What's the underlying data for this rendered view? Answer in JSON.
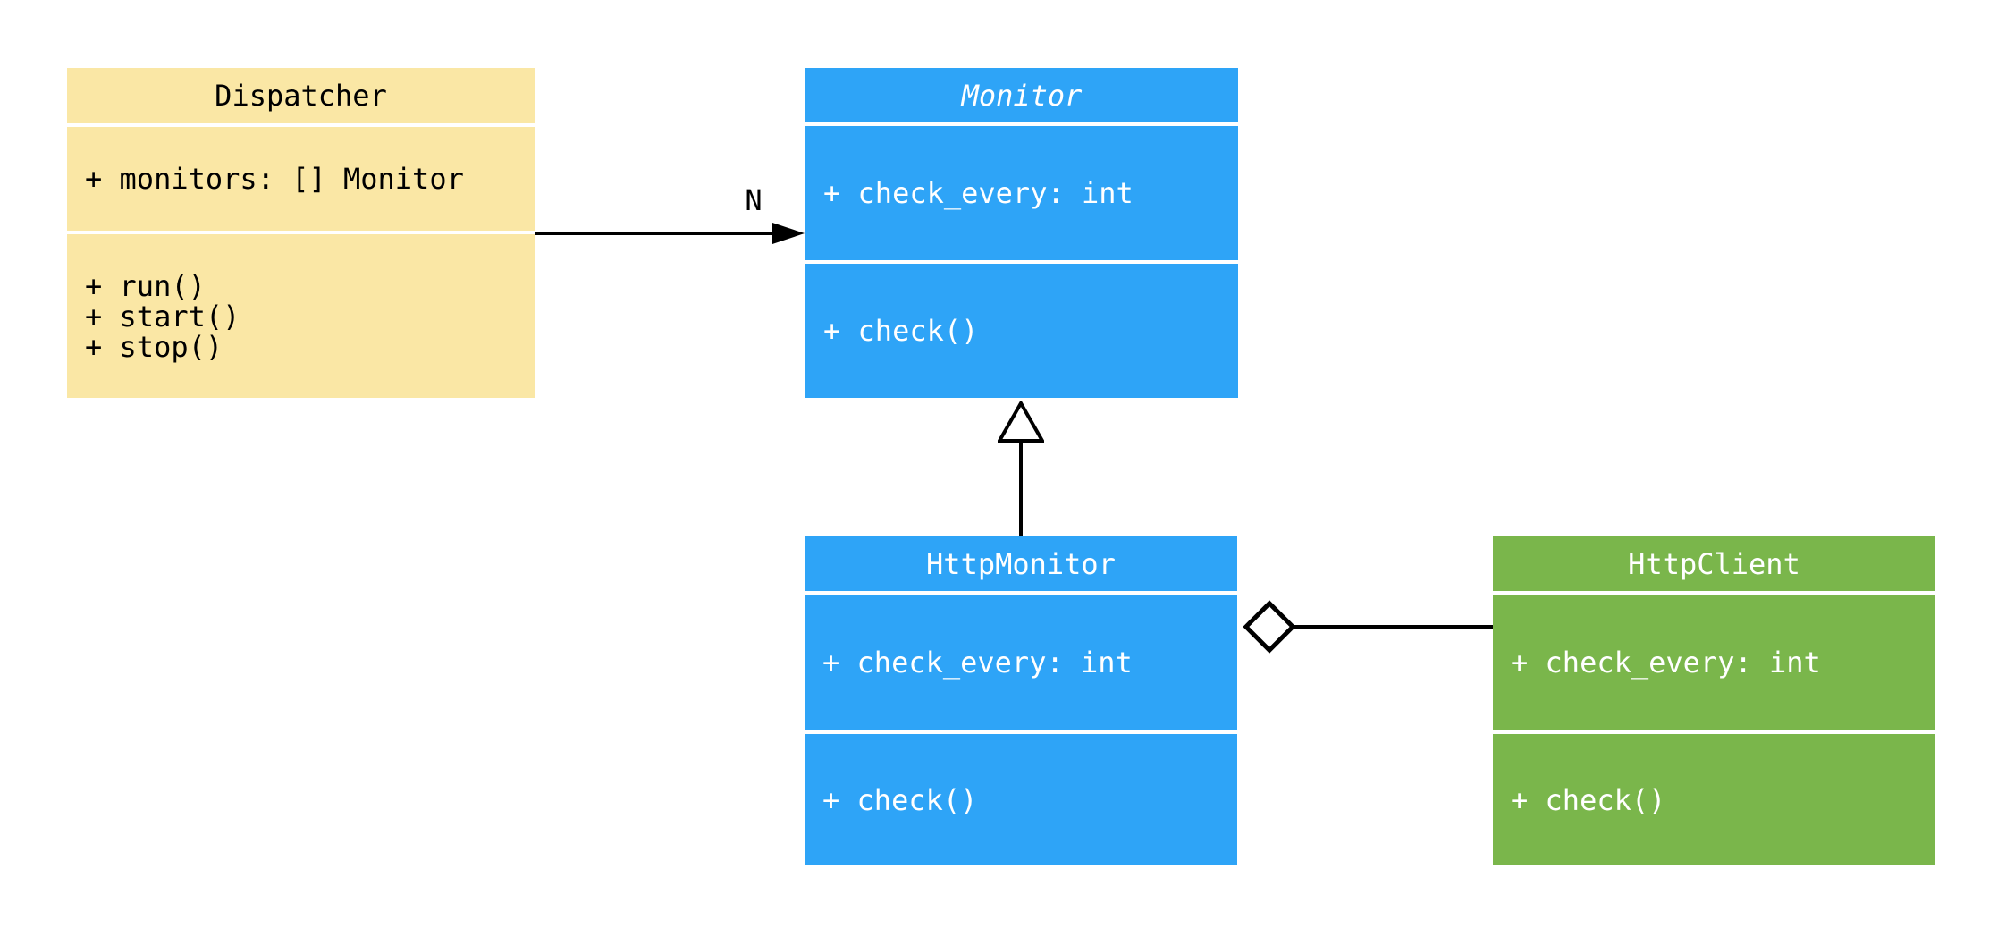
{
  "diagram": {
    "type": "UML class diagram",
    "background": "#FFFFFF",
    "line_color": "#000000",
    "classes": [
      {
        "name": "Dispatcher",
        "abstract": false,
        "color": "#FAE7A5",
        "text_color": "#000000",
        "attributes": [
          "+ monitors: [] Monitor"
        ],
        "methods": [
          "+ run()",
          "+ start()",
          "+ stop()"
        ]
      },
      {
        "name": "Monitor",
        "abstract": true,
        "color": "#2EA4F7",
        "text_color": "#FFFFFF",
        "attributes": [
          "+ check_every: int"
        ],
        "methods": [
          "+ check()"
        ]
      },
      {
        "name": "HttpMonitor",
        "abstract": false,
        "color": "#2EA4F7",
        "text_color": "#FFFFFF",
        "attributes": [
          "+ check_every: int"
        ],
        "methods": [
          "+ check()"
        ]
      },
      {
        "name": "HttpClient",
        "abstract": false,
        "color": "#7AB64B",
        "text_color": "#FFFFFF",
        "attributes": [
          "+ check_every: int"
        ],
        "methods": [
          "+ check()"
        ]
      }
    ],
    "relationships": [
      {
        "from": "Dispatcher",
        "to": "Monitor",
        "type": "directed-association",
        "label": "N"
      },
      {
        "from": "HttpMonitor",
        "to": "Monitor",
        "type": "inheritance",
        "label": ""
      },
      {
        "from": "HttpMonitor",
        "to": "HttpClient",
        "type": "aggregation",
        "label": ""
      }
    ]
  }
}
